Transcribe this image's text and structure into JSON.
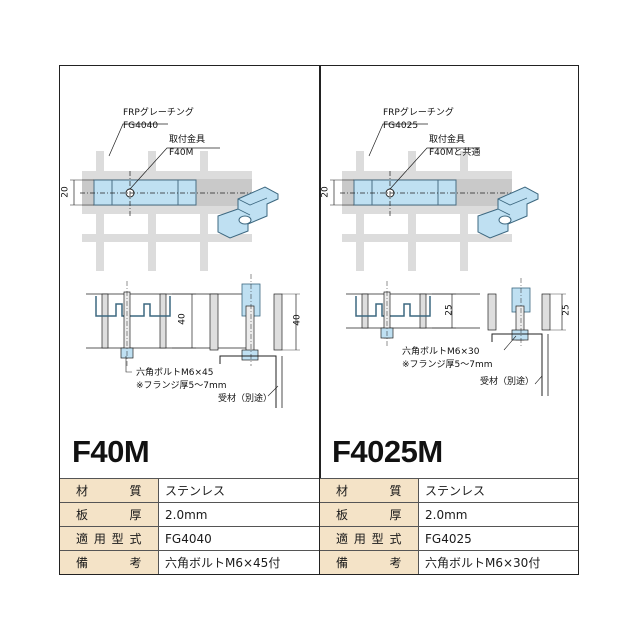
{
  "left": {
    "model": "F40M",
    "grating_label": "FRPグレーチング",
    "grating_code": "FG4040",
    "fitting_label": "取付金具",
    "fitting_code": "F40M",
    "width_dim": "20",
    "height_dim": "40",
    "height_dim_b": "40",
    "bolt_label": "六角ボルトM6×45",
    "flange_note": "※フランジ厚5～7mm",
    "support_label": "受材（別途）",
    "specs": [
      {
        "key": "材質",
        "value": "ステンレス"
      },
      {
        "key": "板厚",
        "value": "2.0mm"
      },
      {
        "key": "適用型式",
        "value": "FG4040"
      },
      {
        "key": "備考",
        "value": "六角ボルトM6×45付"
      }
    ]
  },
  "right": {
    "model": "F4025M",
    "grating_label": "FRPグレーチング",
    "grating_code": "FG4025",
    "fitting_label": "取付金具",
    "fitting_code": "F40Mと共通",
    "width_dim": "20",
    "height_dim": "25",
    "height_dim_b": "25",
    "bolt_label": "六角ボルトM6×30",
    "flange_note": "※フランジ厚5～7mm",
    "support_label": "受材（別途）",
    "specs": [
      {
        "key": "材質",
        "value": "ステンレス"
      },
      {
        "key": "板厚",
        "value": "2.0mm"
      },
      {
        "key": "適用型式",
        "value": "FG4025"
      },
      {
        "key": "備考",
        "value": "六角ボルトM6×30付"
      }
    ]
  },
  "colors": {
    "grating_fill": "#d9d9d9",
    "fitting_fill": "#bfe0f2",
    "table_key_bg": "#f4e3c7",
    "line": "#222222"
  }
}
